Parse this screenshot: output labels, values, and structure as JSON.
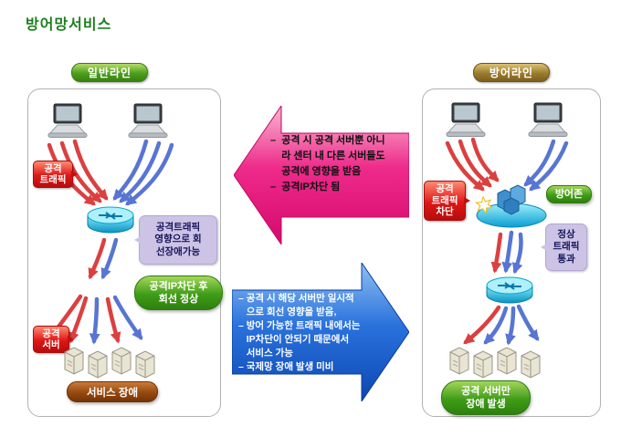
{
  "page": {
    "title": "방어망서비스"
  },
  "left_panel": {
    "badge": "일반라인",
    "attack_traffic_badge": "공격\n트래픽",
    "line_impact_note": "공격트래픽\n영향으로 회\n선장애가능",
    "ip_block_pill": "공격IP차단 후\n회선 정상",
    "attack_server_badge": "공격\n서버",
    "result_pill": "서비스 장애"
  },
  "callouts": {
    "top_arrow_text": "–  공격 시 공격 서버뿐 아니\n    라 센터 내 다른 서버들도\n    공격에 영향을 받음\n–  공격IP차단 됨",
    "bottom_arrow_text": "– 공격 시 해당 서버만 일시적\n   으로 회선 영향을 받음,\n– 방어 가능한 트래픽 내에서는\n   IP차단이 안되기 때문에서\n   서비스 가능\n– 국제망 장애 발생 미비"
  },
  "right_panel": {
    "badge": "방어라인",
    "attack_block_badge": "공격\n트래픽\n차단",
    "defense_zone_badge": "방어존",
    "normal_traffic_note": "정상\n트래픽\n통과",
    "result_pill": "공격 서버만\n장애 발생"
  },
  "icons": {
    "laptop": "laptop-icon",
    "router": "router-icon",
    "server": "server-icon",
    "defense_zone": "defense-zone-icon",
    "block_burst": "block-burst-icon"
  },
  "colors": {
    "title-green": "#1e7e1e",
    "badge-green": "#4d9e1d",
    "badge-olive": "#9a7b2e",
    "badge-red": "#dd1717",
    "pill-green": "#3f9c18",
    "pill-brown": "#96490f",
    "note-lavender": "#cdc3e5",
    "arrow-magenta": "#e8127a",
    "arrow-blue": "#1c5fc8",
    "traffic-red": "#d83030",
    "traffic-blue": "#4a6ad0"
  }
}
